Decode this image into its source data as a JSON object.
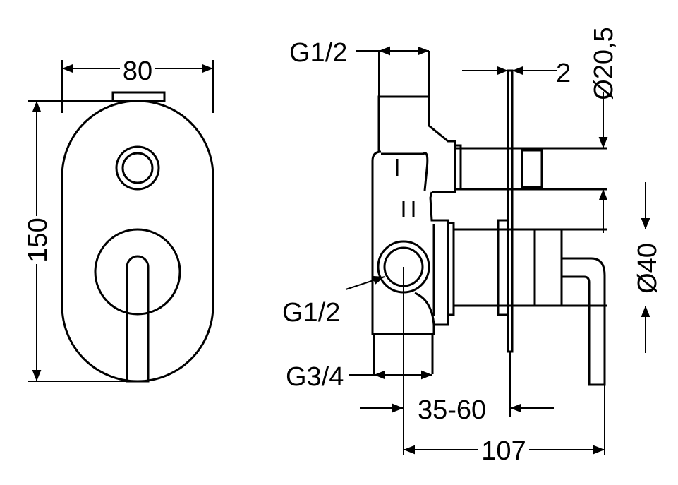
{
  "front_view": {
    "width_label": "80",
    "height_label": "150"
  },
  "side_view": {
    "top_inlet_label": "G1/2",
    "plate_thickness_label": "2",
    "pipe_diameter_label": "Ø20,5",
    "side_inlet_label": "G1/2",
    "body_diameter_label": "Ø40",
    "bottom_outlet_label": "G3/4",
    "depth_range_label": "35-60",
    "projection_label": "107"
  },
  "colors": {
    "line": "#000000",
    "background": "#ffffff"
  }
}
